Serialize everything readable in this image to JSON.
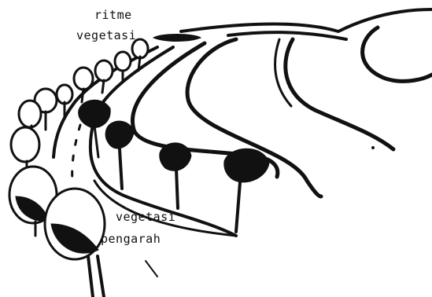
{
  "labels": {
    "ritme_line1": "ritme",
    "ritme_line2": "vegetasi",
    "pengarah_line1": "vegetasi",
    "pengarah_line2": "pengarah"
  }
}
